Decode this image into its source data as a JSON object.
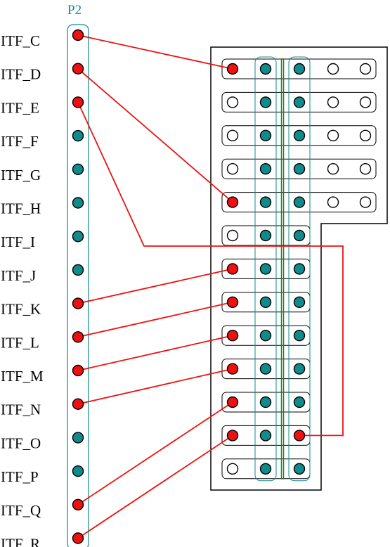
{
  "connector": {
    "name": "P2",
    "pins": [
      {
        "label": "ITF_C",
        "state": "red"
      },
      {
        "label": "ITF_D",
        "state": "red"
      },
      {
        "label": "ITF_E",
        "state": "red"
      },
      {
        "label": "ITF_F",
        "state": "teal"
      },
      {
        "label": "ITF_G",
        "state": "teal"
      },
      {
        "label": "ITF_H",
        "state": "teal"
      },
      {
        "label": "ITF_I",
        "state": "teal"
      },
      {
        "label": "ITF_J",
        "state": "teal"
      },
      {
        "label": "ITF_K",
        "state": "red"
      },
      {
        "label": "ITF_L",
        "state": "red"
      },
      {
        "label": "ITF_M",
        "state": "red"
      },
      {
        "label": "ITF_N",
        "state": "red"
      },
      {
        "label": "ITF_O",
        "state": "teal"
      },
      {
        "label": "ITF_P",
        "state": "teal"
      },
      {
        "label": "ITF_Q",
        "state": "red"
      },
      {
        "label": "ITF_R",
        "state": "red"
      }
    ]
  },
  "board": {
    "rows": [
      [
        "red",
        "teal",
        "teal",
        "open",
        "open"
      ],
      [
        "open",
        "teal",
        "teal",
        "open",
        "open"
      ],
      [
        "open",
        "teal",
        "teal",
        "open",
        "open"
      ],
      [
        "open",
        "teal",
        "teal",
        "open",
        "open"
      ],
      [
        "red",
        "teal",
        "teal",
        "open",
        "open"
      ],
      [
        "open",
        "teal",
        "teal"
      ],
      [
        "red",
        "teal",
        "teal"
      ],
      [
        "red",
        "teal",
        "teal"
      ],
      [
        "red",
        "teal",
        "teal"
      ],
      [
        "red",
        "teal",
        "teal"
      ],
      [
        "red",
        "teal",
        "teal"
      ],
      [
        "red",
        "teal",
        "red"
      ],
      [
        "open",
        "teal",
        "teal"
      ]
    ]
  },
  "wires": [
    {
      "from_pin": 0,
      "to_row": 0,
      "to_col": 0
    },
    {
      "from_pin": 1,
      "to_row": 4,
      "to_col": 0
    },
    {
      "from_pin": 2,
      "to_row": 11,
      "to_col": 2,
      "routed": true
    },
    {
      "from_pin": 8,
      "to_row": 6,
      "to_col": 0
    },
    {
      "from_pin": 9,
      "to_row": 7,
      "to_col": 0
    },
    {
      "from_pin": 10,
      "to_row": 8,
      "to_col": 0
    },
    {
      "from_pin": 11,
      "to_row": 9,
      "to_col": 0
    },
    {
      "from_pin": 14,
      "to_row": 10,
      "to_col": 0
    },
    {
      "from_pin": 15,
      "to_row": 11,
      "to_col": 0
    }
  ],
  "colors": {
    "red": "#ee1111",
    "teal": "#108a8a",
    "wire": "#ee1111",
    "green_rail": "#118811",
    "outline": "#000000"
  }
}
